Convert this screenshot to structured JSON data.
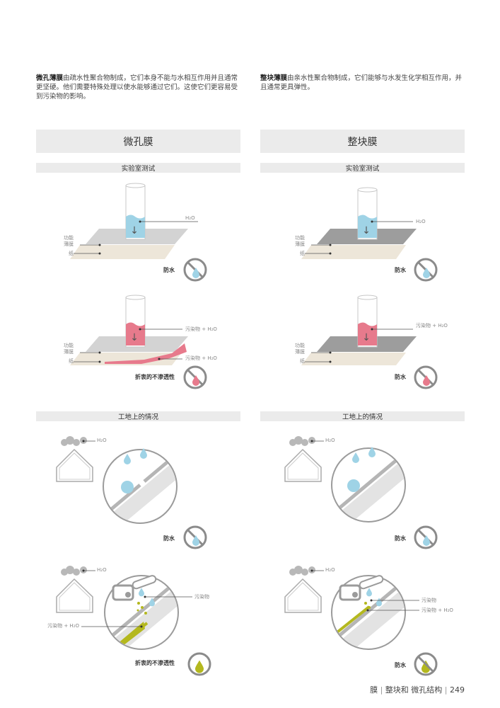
{
  "intro_left": {
    "bold": "微孔薄膜",
    "text": "由疏水性聚合物制成，它们本身不能与水相互作用并且通常更坚硬。他们需要特殊处理以使水能够通过它们。这使它们更容易受到污染物的影响。"
  },
  "intro_right": {
    "bold": "整块薄膜",
    "text": "由亲水性聚合物制成，它们能够与水发生化学相互作用，并且通常更具弹性。"
  },
  "left": {
    "title": "微孔膜",
    "lab_title": "实验室测试",
    "site_title": "工地上的情况",
    "labels": {
      "func": "功能",
      "film": "薄膜",
      "paper": "纸",
      "h2o": "H₂O",
      "poll_h2o": "污染物 + H₂O",
      "poll": "污染物"
    },
    "results": [
      "防水",
      "折衷的不渗透性",
      "防水",
      "折衷的不渗透性"
    ]
  },
  "right": {
    "title": "整块膜",
    "lab_title": "实验室测试",
    "site_title": "工地上的情况",
    "labels": {
      "func": "功能",
      "film": "薄膜",
      "paper": "纸",
      "h2o": "H₂O",
      "poll_h2o": "污染物 + H₂O",
      "poll": "污染物"
    },
    "results": [
      "防水",
      "防水",
      "防水",
      "防水"
    ]
  },
  "footer": {
    "section": "膜",
    "subsection": "整块和 微孔结构",
    "page": "249"
  },
  "colors": {
    "water": "#9fd3e6",
    "pollutant": "#e77a8c",
    "stain": "#b4b81e",
    "film_grey": "#cfcfcf",
    "film_dark": "#9d9d9d",
    "paper": "#ede6d9"
  }
}
